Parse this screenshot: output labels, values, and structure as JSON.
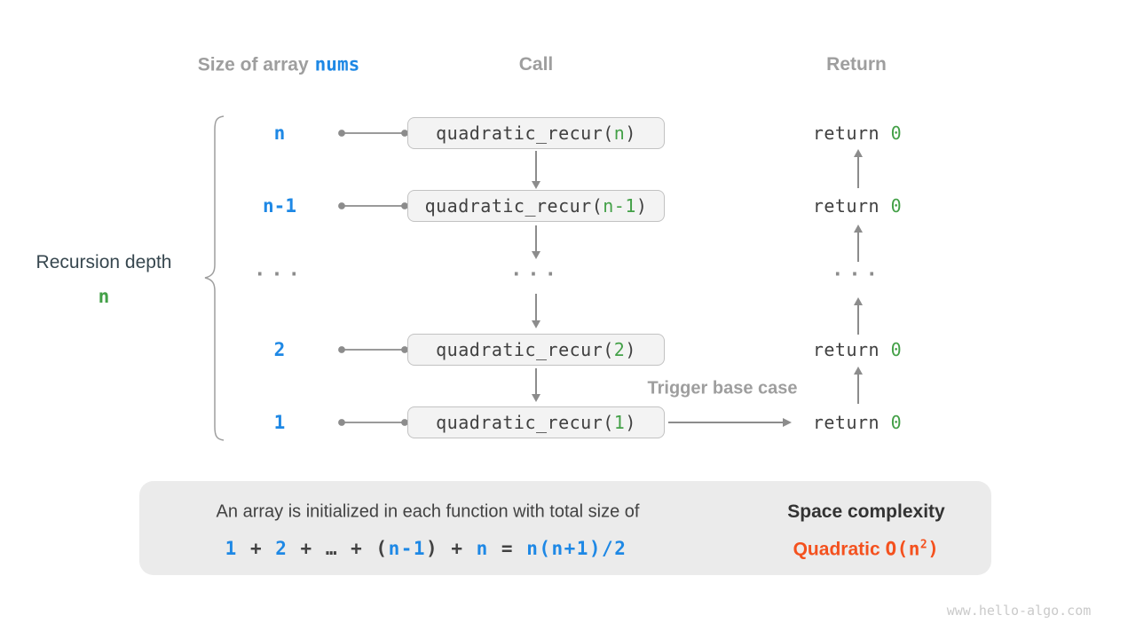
{
  "colors": {
    "blue": "#1E88E5",
    "green": "#43A047",
    "orange": "#F4511E",
    "header_gray": "#9E9E9E",
    "code_dark": "#404040",
    "arrow_gray": "#8C8C8C",
    "box_bg": "#F3F3F3",
    "box_border": "#C2C2C2",
    "panel_bg": "#EBEBEB",
    "watermark_gray": "#CACACA"
  },
  "headers": {
    "size_label": "Size of array",
    "size_code": "nums",
    "call": "Call",
    "return": "Return"
  },
  "left_annotation": {
    "depth_label": "Recursion depth",
    "depth_value": "n"
  },
  "rows": [
    {
      "size": "n",
      "call_prefix": "quadratic_recur(",
      "call_arg": "n",
      "call_suffix": ")",
      "ret_keyword": "return ",
      "ret_value": "0"
    },
    {
      "size": "n-1",
      "call_prefix": "quadratic_recur(",
      "call_arg": "n-1",
      "call_suffix": ")",
      "ret_keyword": "return ",
      "ret_value": "0"
    },
    {
      "size_dots": "···",
      "call_dots": "···",
      "ret_dots": "···"
    },
    {
      "size": "2",
      "call_prefix": "quadratic_recur(",
      "call_arg": "2",
      "call_suffix": ")",
      "ret_keyword": "return ",
      "ret_value": "0"
    },
    {
      "size": "1",
      "call_prefix": "quadratic_recur(",
      "call_arg": "1",
      "call_suffix": ")",
      "ret_keyword": "return ",
      "ret_value": "0"
    }
  ],
  "trigger_label": "Trigger base case",
  "panel": {
    "sentence": "An array is initialized in each function with total size of",
    "formula_tokens": [
      {
        "text": "1",
        "color": "blue"
      },
      {
        "text": " + ",
        "color": "dark"
      },
      {
        "text": "2",
        "color": "blue"
      },
      {
        "text": " + ",
        "color": "dark"
      },
      {
        "text": "…",
        "color": "dark"
      },
      {
        "text": " + ",
        "color": "dark"
      },
      {
        "text": "(",
        "color": "dark"
      },
      {
        "text": "n-1",
        "color": "blue"
      },
      {
        "text": ")",
        "color": "dark"
      },
      {
        "text": " + ",
        "color": "dark"
      },
      {
        "text": "n",
        "color": "blue"
      },
      {
        "text": " = ",
        "color": "dark"
      },
      {
        "text": "n(n+1)/2",
        "color": "blue"
      }
    ],
    "space_title": "Space complexity",
    "complexity": {
      "label": "Quadratic ",
      "o_prefix": "O(n",
      "exponent": "2",
      "o_suffix": ")"
    }
  },
  "watermark": "www.hello-algo.com"
}
